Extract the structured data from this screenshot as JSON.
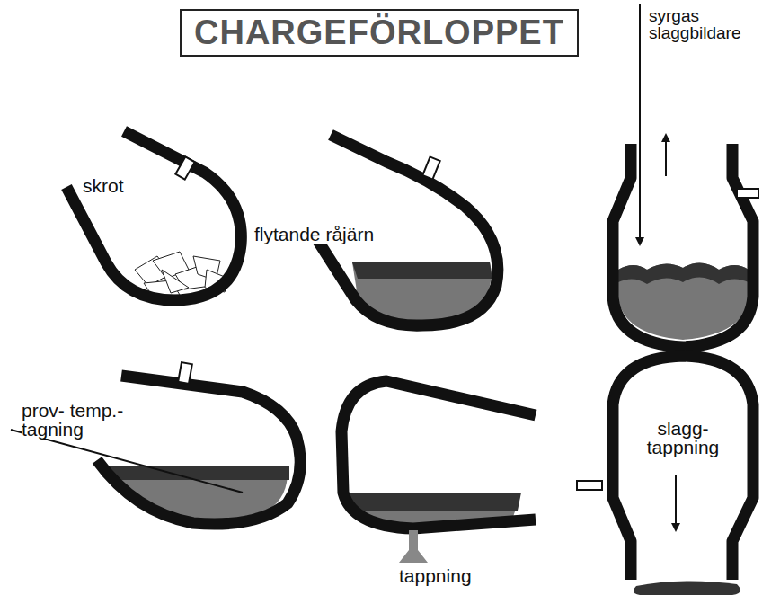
{
  "diagram": {
    "title": "CHARGEFÖRLOPPET",
    "labels": [
      "skrot",
      "flytande råjärn",
      "syrgas slaggbildare",
      "prov- temp.- tagning",
      "tappning",
      "slagg- tappning"
    ]
  }
}
